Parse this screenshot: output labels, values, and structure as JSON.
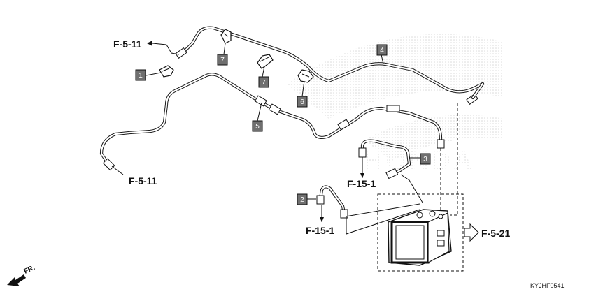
{
  "diagram": {
    "references": {
      "f5_11_top": "F-5-11",
      "f5_11_left": "F-5-11",
      "f15_1_mid": "F-15-1",
      "f15_1_low": "F-15-1",
      "f5_21": "F-5-21"
    },
    "parts": {
      "p1": "1",
      "p2": "2",
      "p3": "3",
      "p4": "4",
      "p5": "5",
      "p6": "6",
      "p7a": "7",
      "p7b": "7"
    },
    "front_marker": "FR.",
    "diagram_code": "KYJHF0541",
    "colors": {
      "badge": "#6f6f6f",
      "line": "#1a1a1a",
      "watermark": "#d9d9d9"
    }
  }
}
